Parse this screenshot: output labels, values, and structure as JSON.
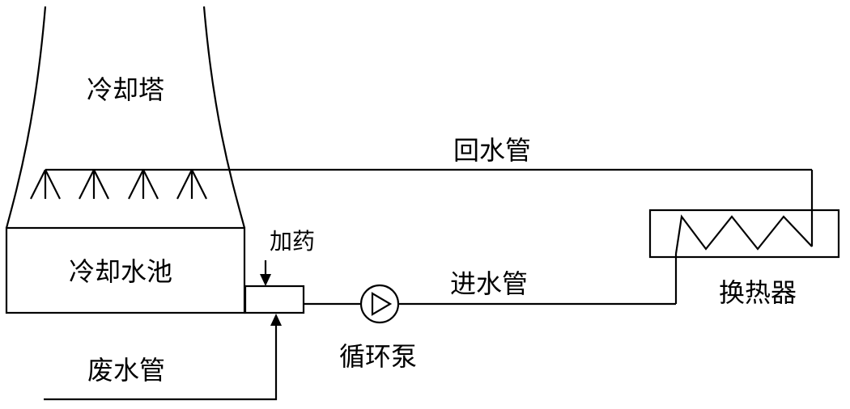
{
  "labels": {
    "cooling_tower": "冷却塔",
    "return_pipe": "回水管",
    "heat_exchanger": "换热器",
    "dosing": "加药",
    "cooling_pool": "冷却水池",
    "inlet_pipe": "进水管",
    "circulation_pump": "循环泵",
    "waste_pipe": "废水管"
  },
  "colors": {
    "line": "#000000",
    "background": "#ffffff"
  }
}
